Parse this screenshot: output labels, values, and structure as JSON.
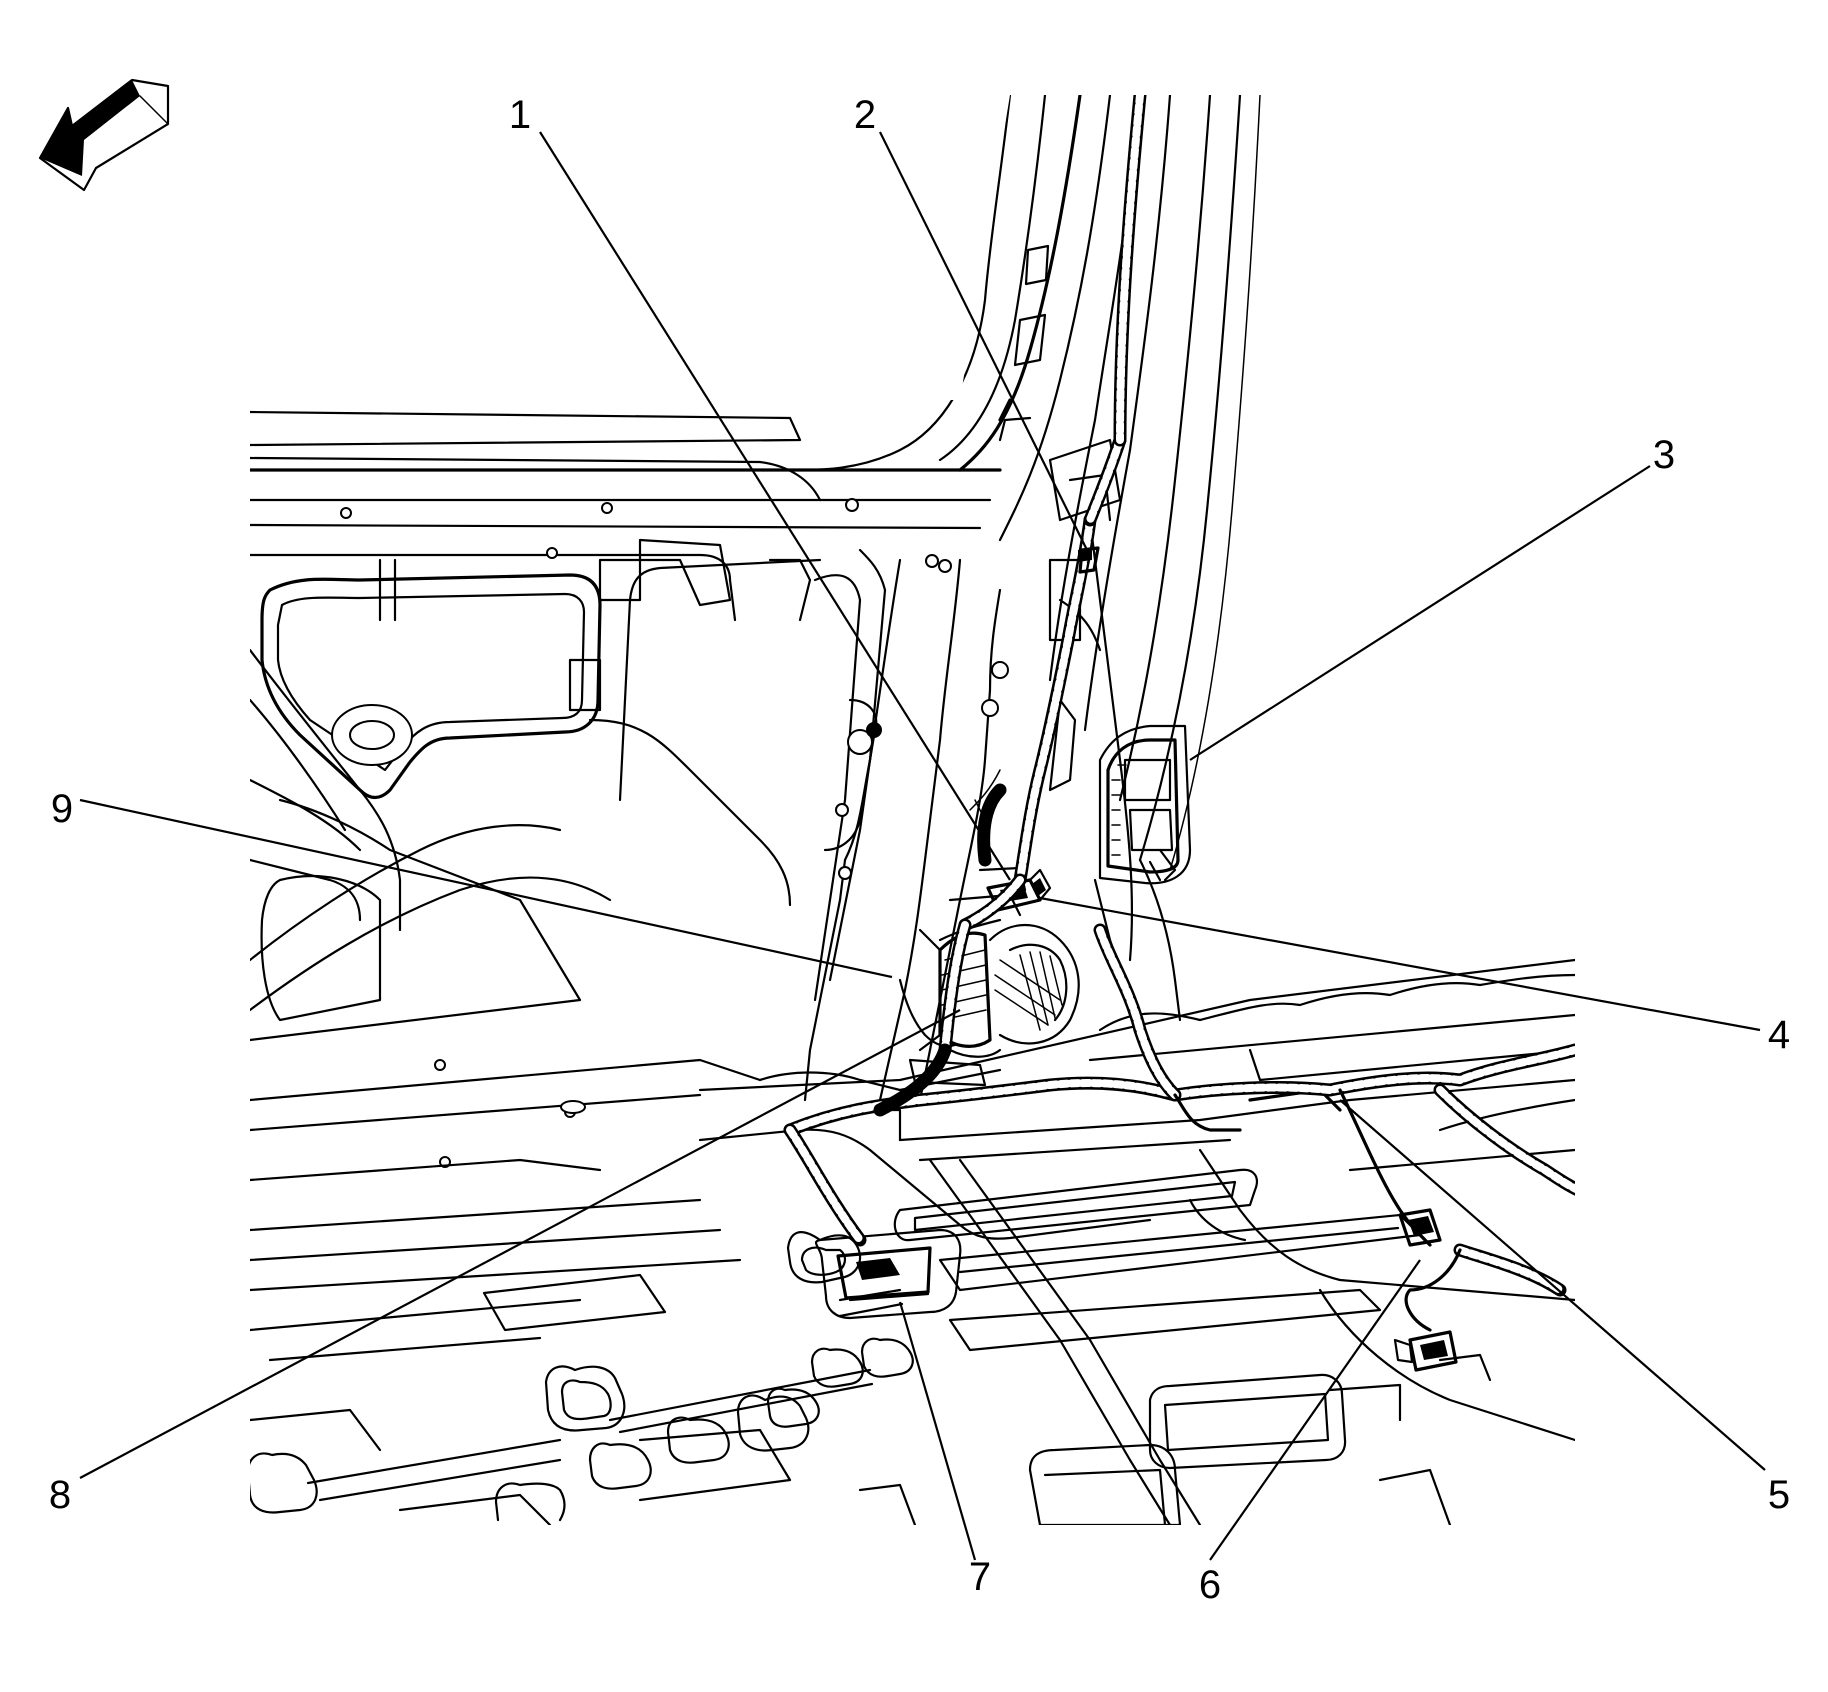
{
  "callouts": [
    {
      "id": "1",
      "label": "1"
    },
    {
      "id": "2",
      "label": "2"
    },
    {
      "id": "3",
      "label": "3"
    },
    {
      "id": "4",
      "label": "4"
    },
    {
      "id": "5",
      "label": "5"
    },
    {
      "id": "6",
      "label": "6"
    },
    {
      "id": "7",
      "label": "7"
    },
    {
      "id": "8",
      "label": "8"
    },
    {
      "id": "9",
      "label": "9"
    }
  ],
  "icons": {
    "orientation": "direction-arrow-icon"
  },
  "colors": {
    "ink": "#000000",
    "paper": "#ffffff"
  }
}
